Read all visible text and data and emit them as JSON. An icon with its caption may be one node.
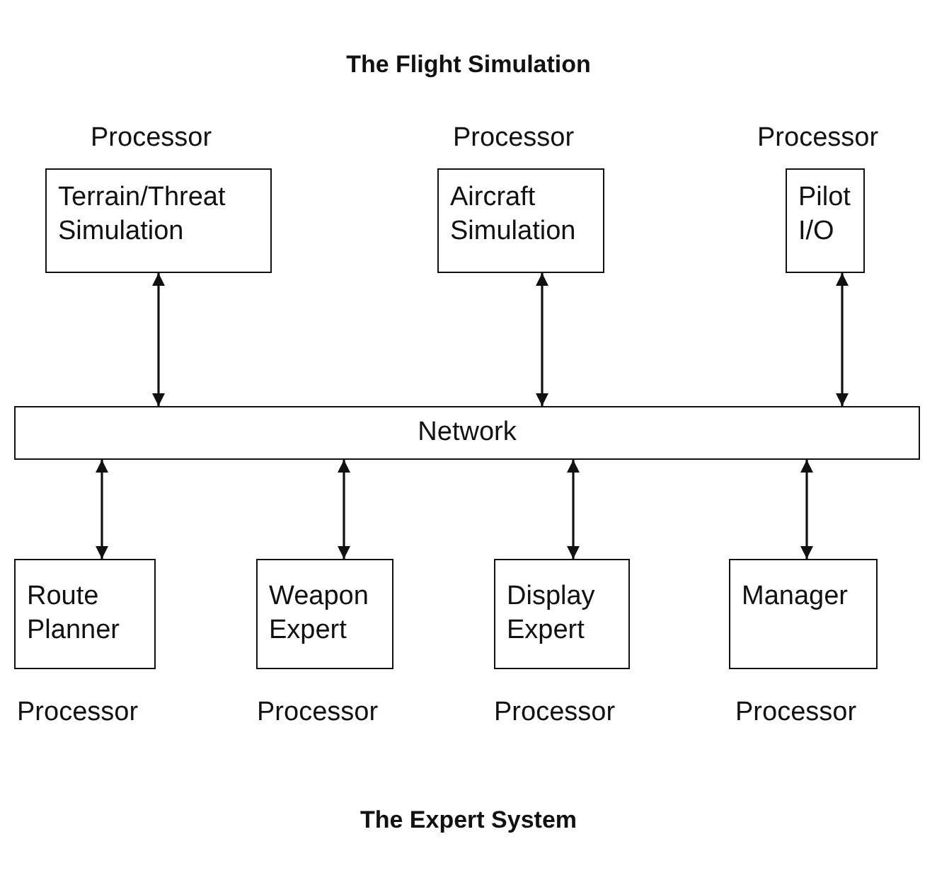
{
  "diagram": {
    "title": "The Flight Simulation",
    "caption": "The Expert System",
    "nodes": [
      {
        "text": [
          "Terrain/Threat Simulation"
        ],
        "beside": [
          "Processor"
        ]
      },
      {
        "text": [
          "Aircraft Simulation"
        ],
        "beside": [
          "Processor"
        ]
      },
      {
        "text": [
          "Pilot I/O"
        ],
        "beside": [
          "Processor"
        ]
      },
      {
        "text": [
          "Network"
        ]
      },
      {
        "text": [
          "Route Planner"
        ],
        "beside": [
          "Processor"
        ]
      },
      {
        "text": [
          "Weapon Expert"
        ],
        "beside": [
          "Processor"
        ]
      },
      {
        "text": [
          "Display Expert"
        ],
        "beside": [
          "Processor"
        ]
      },
      {
        "text": [
          "Manager"
        ],
        "beside": [
          "Processor"
        ]
      }
    ],
    "edges": [
      {
        "from": 0,
        "to": 3,
        "arrow": "both"
      },
      {
        "from": 1,
        "to": 3,
        "arrow": "both"
      },
      {
        "from": 2,
        "to": 3,
        "arrow": "both"
      },
      {
        "from": 4,
        "to": 3,
        "arrow": "both"
      },
      {
        "from": 5,
        "to": 3,
        "arrow": "both"
      },
      {
        "from": 6,
        "to": 3,
        "arrow": "both"
      },
      {
        "from": 7,
        "to": 3,
        "arrow": "both"
      }
    ]
  }
}
